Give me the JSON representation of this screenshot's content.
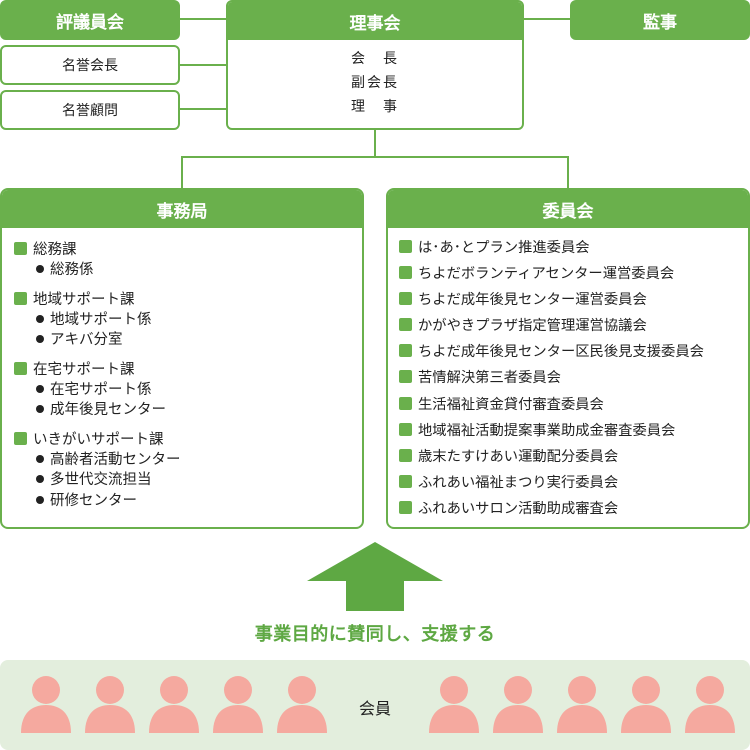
{
  "top": {
    "council": "評議員会",
    "board": "理事会",
    "auditor": "監事",
    "honorary": [
      "名誉会長",
      "名誉顧問"
    ],
    "board_members": [
      "会　長",
      "副会長",
      "理　事"
    ]
  },
  "secretariat": {
    "title": "事務局",
    "departments": [
      {
        "name": "総務課",
        "units": [
          "総務係"
        ]
      },
      {
        "name": "地域サポート課",
        "units": [
          "地域サポート係",
          "アキバ分室"
        ]
      },
      {
        "name": "在宅サポート課",
        "units": [
          "在宅サポート係",
          "成年後見センター"
        ]
      },
      {
        "name": "いきがいサポート課",
        "units": [
          "高齢者活動センター",
          "多世代交流担当",
          "研修センター"
        ]
      }
    ]
  },
  "committees": {
    "title": "委員会",
    "items": [
      "は･あ･とプラン推進委員会",
      "ちよだボランティアセンター運営委員会",
      "ちよだ成年後見センター運営委員会",
      "かがやきプラザ指定管理運営協議会",
      "ちよだ成年後見センター区民後見支援委員会",
      "苦情解決第三者委員会",
      "生活福祉資金貸付審査委員会",
      "地域福祉活動提案事業助成金審査委員会",
      "歳末たすけあい運動配分委員会",
      "ふれあい福祉まつり実行委員会",
      "ふれあいサロン活動助成審査会"
    ]
  },
  "support_text": "事業目的に賛同し、支援する",
  "members_label": "会員",
  "colors": {
    "green": "#6ab04c",
    "band": "#e3eedd",
    "person": "#f5a99f"
  },
  "icons": {
    "arrow": "up-arrow-icon",
    "person": "person-icon"
  }
}
